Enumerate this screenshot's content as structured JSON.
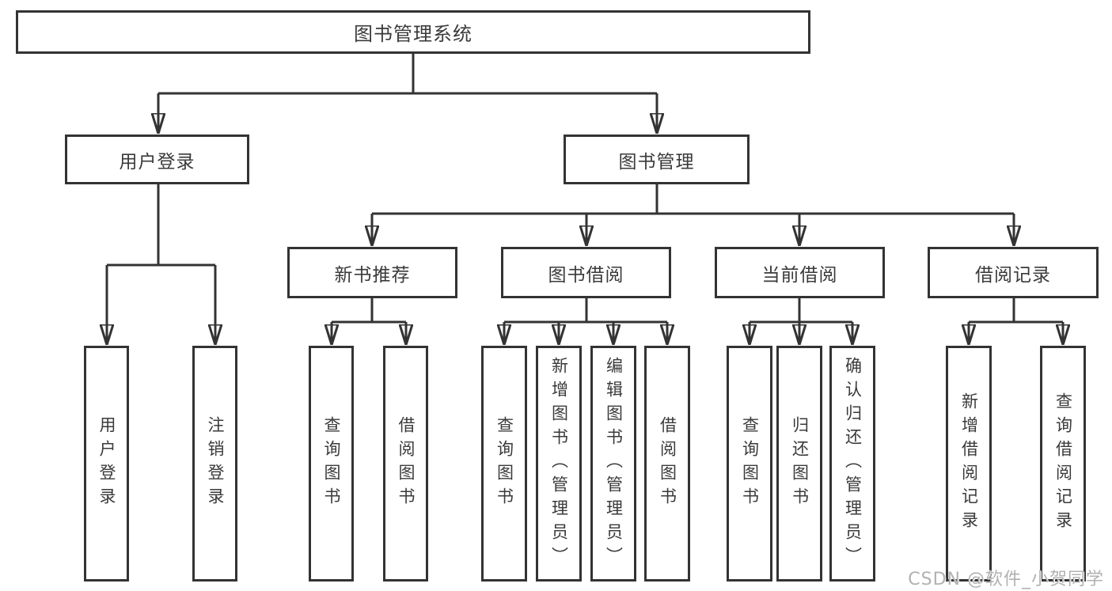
{
  "diagram": {
    "root": "图书管理系统",
    "level2": [
      "用户登录",
      "图书管理"
    ],
    "level3": [
      "新书推荐",
      "图书借阅",
      "当前借阅",
      "借阅记录"
    ],
    "groups": [
      {
        "parent": "用户登录",
        "children": [
          "用户登录",
          "注销登录"
        ]
      },
      {
        "parent": "新书推荐",
        "children": [
          "查询图书",
          "借阅图书"
        ]
      },
      {
        "parent": "图书借阅",
        "children": [
          "查询图书",
          "新增图书（管理员）",
          "编辑图书（管理员）",
          "借阅图书"
        ]
      },
      {
        "parent": "当前借阅",
        "children": [
          "查询图书",
          "归还图书",
          "确认归还（管理员）"
        ]
      },
      {
        "parent": "借阅记录",
        "children": [
          "新增借阅记录",
          "查询借阅记录"
        ]
      }
    ],
    "watermark": "CSDN @软件_小贺同学",
    "colors": {
      "line": "#333333",
      "text": "#3a3a3a",
      "background": "#ffffff",
      "watermark": "#b1b1b1"
    }
  }
}
